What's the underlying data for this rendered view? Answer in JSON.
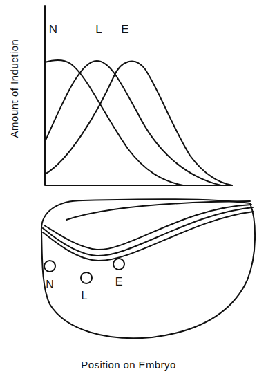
{
  "diagram": {
    "caption": "Position on Embryo",
    "labels": [
      "Amount of Induction",
      "N",
      "L",
      "E",
      "N",
      "L",
      "E"
    ]
  }
}
